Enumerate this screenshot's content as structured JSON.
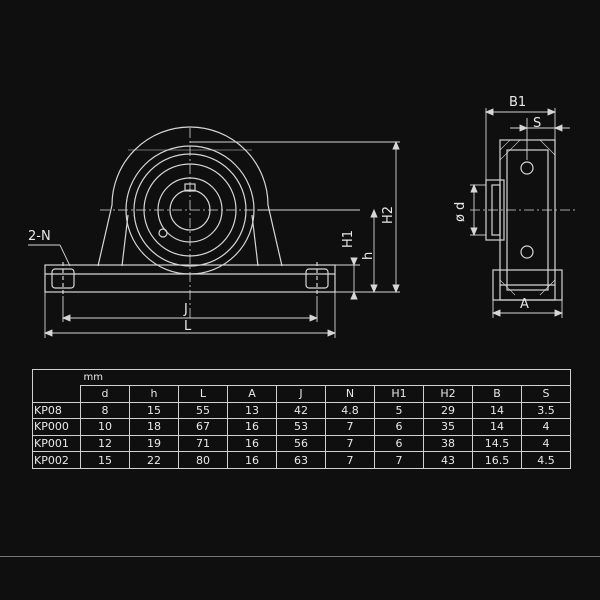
{
  "labels": {
    "d": "d",
    "phi": "ø",
    "B1": "B1",
    "S": "S",
    "A": "A",
    "J": "J",
    "L": "L",
    "N": "2-N",
    "h": "h",
    "H1": "H1",
    "H2": "H2"
  },
  "table": {
    "unit": "mm",
    "header_corner": "",
    "columns": [
      "d",
      "h",
      "L",
      "A",
      "J",
      "N",
      "H1",
      "H2",
      "B",
      "S"
    ],
    "rows": [
      {
        "model": "KP08",
        "values": [
          "8",
          "15",
          "55",
          "13",
          "42",
          "4.8",
          "5",
          "29",
          "14",
          "3.5"
        ]
      },
      {
        "model": "KP000",
        "values": [
          "10",
          "18",
          "67",
          "16",
          "53",
          "7",
          "6",
          "35",
          "14",
          "4"
        ]
      },
      {
        "model": "KP001",
        "values": [
          "12",
          "19",
          "71",
          "16",
          "56",
          "7",
          "6",
          "38",
          "14.5",
          "4"
        ]
      },
      {
        "model": "KP002",
        "values": [
          "15",
          "22",
          "80",
          "16",
          "63",
          "7",
          "7",
          "43",
          "16.5",
          "4.5"
        ]
      }
    ]
  }
}
